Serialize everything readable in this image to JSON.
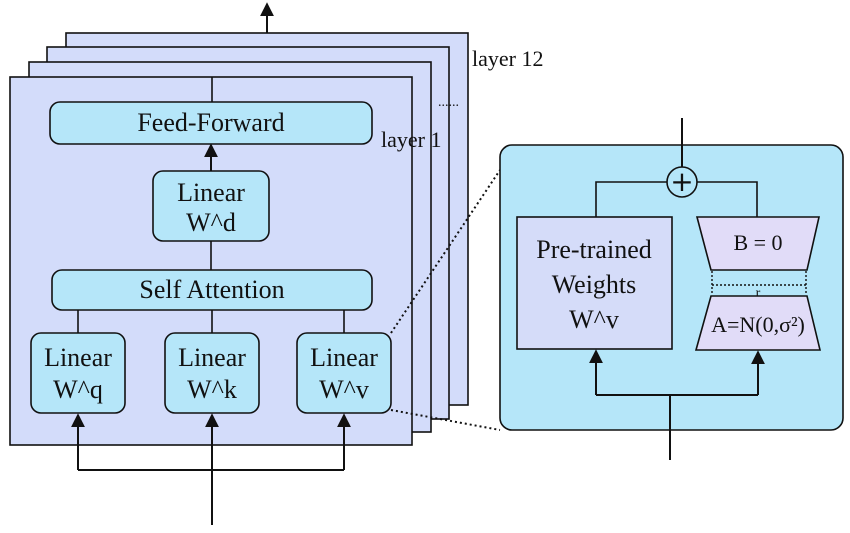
{
  "layer_labels": {
    "top": "layer 12",
    "front": "layer 1",
    "ellipsis": "......"
  },
  "blocks": {
    "feed_forward": "Feed-Forward",
    "linear_d": [
      "Linear",
      "W^d"
    ],
    "self_attention": "Self Attention",
    "linear_q": [
      "Linear",
      "W^q"
    ],
    "linear_k": [
      "Linear",
      "W^k"
    ],
    "linear_v": [
      "Linear",
      "W^v"
    ]
  },
  "lora": {
    "plus": "+",
    "pretrained": [
      "Pre-trained",
      "Weights",
      "W^v"
    ],
    "b_label": "B = 0",
    "a_label": "A=N(0,σ²)",
    "rank_label": "r"
  },
  "colors": {
    "layer_fill": "#d3dcfa",
    "block_fill": "#b5e6f9",
    "lora_panel_fill": "#b5e6f9",
    "pretrained_fill": "#d5dcf9",
    "trapezoid_fill": "#e1dcf8",
    "stroke": "#111111"
  }
}
